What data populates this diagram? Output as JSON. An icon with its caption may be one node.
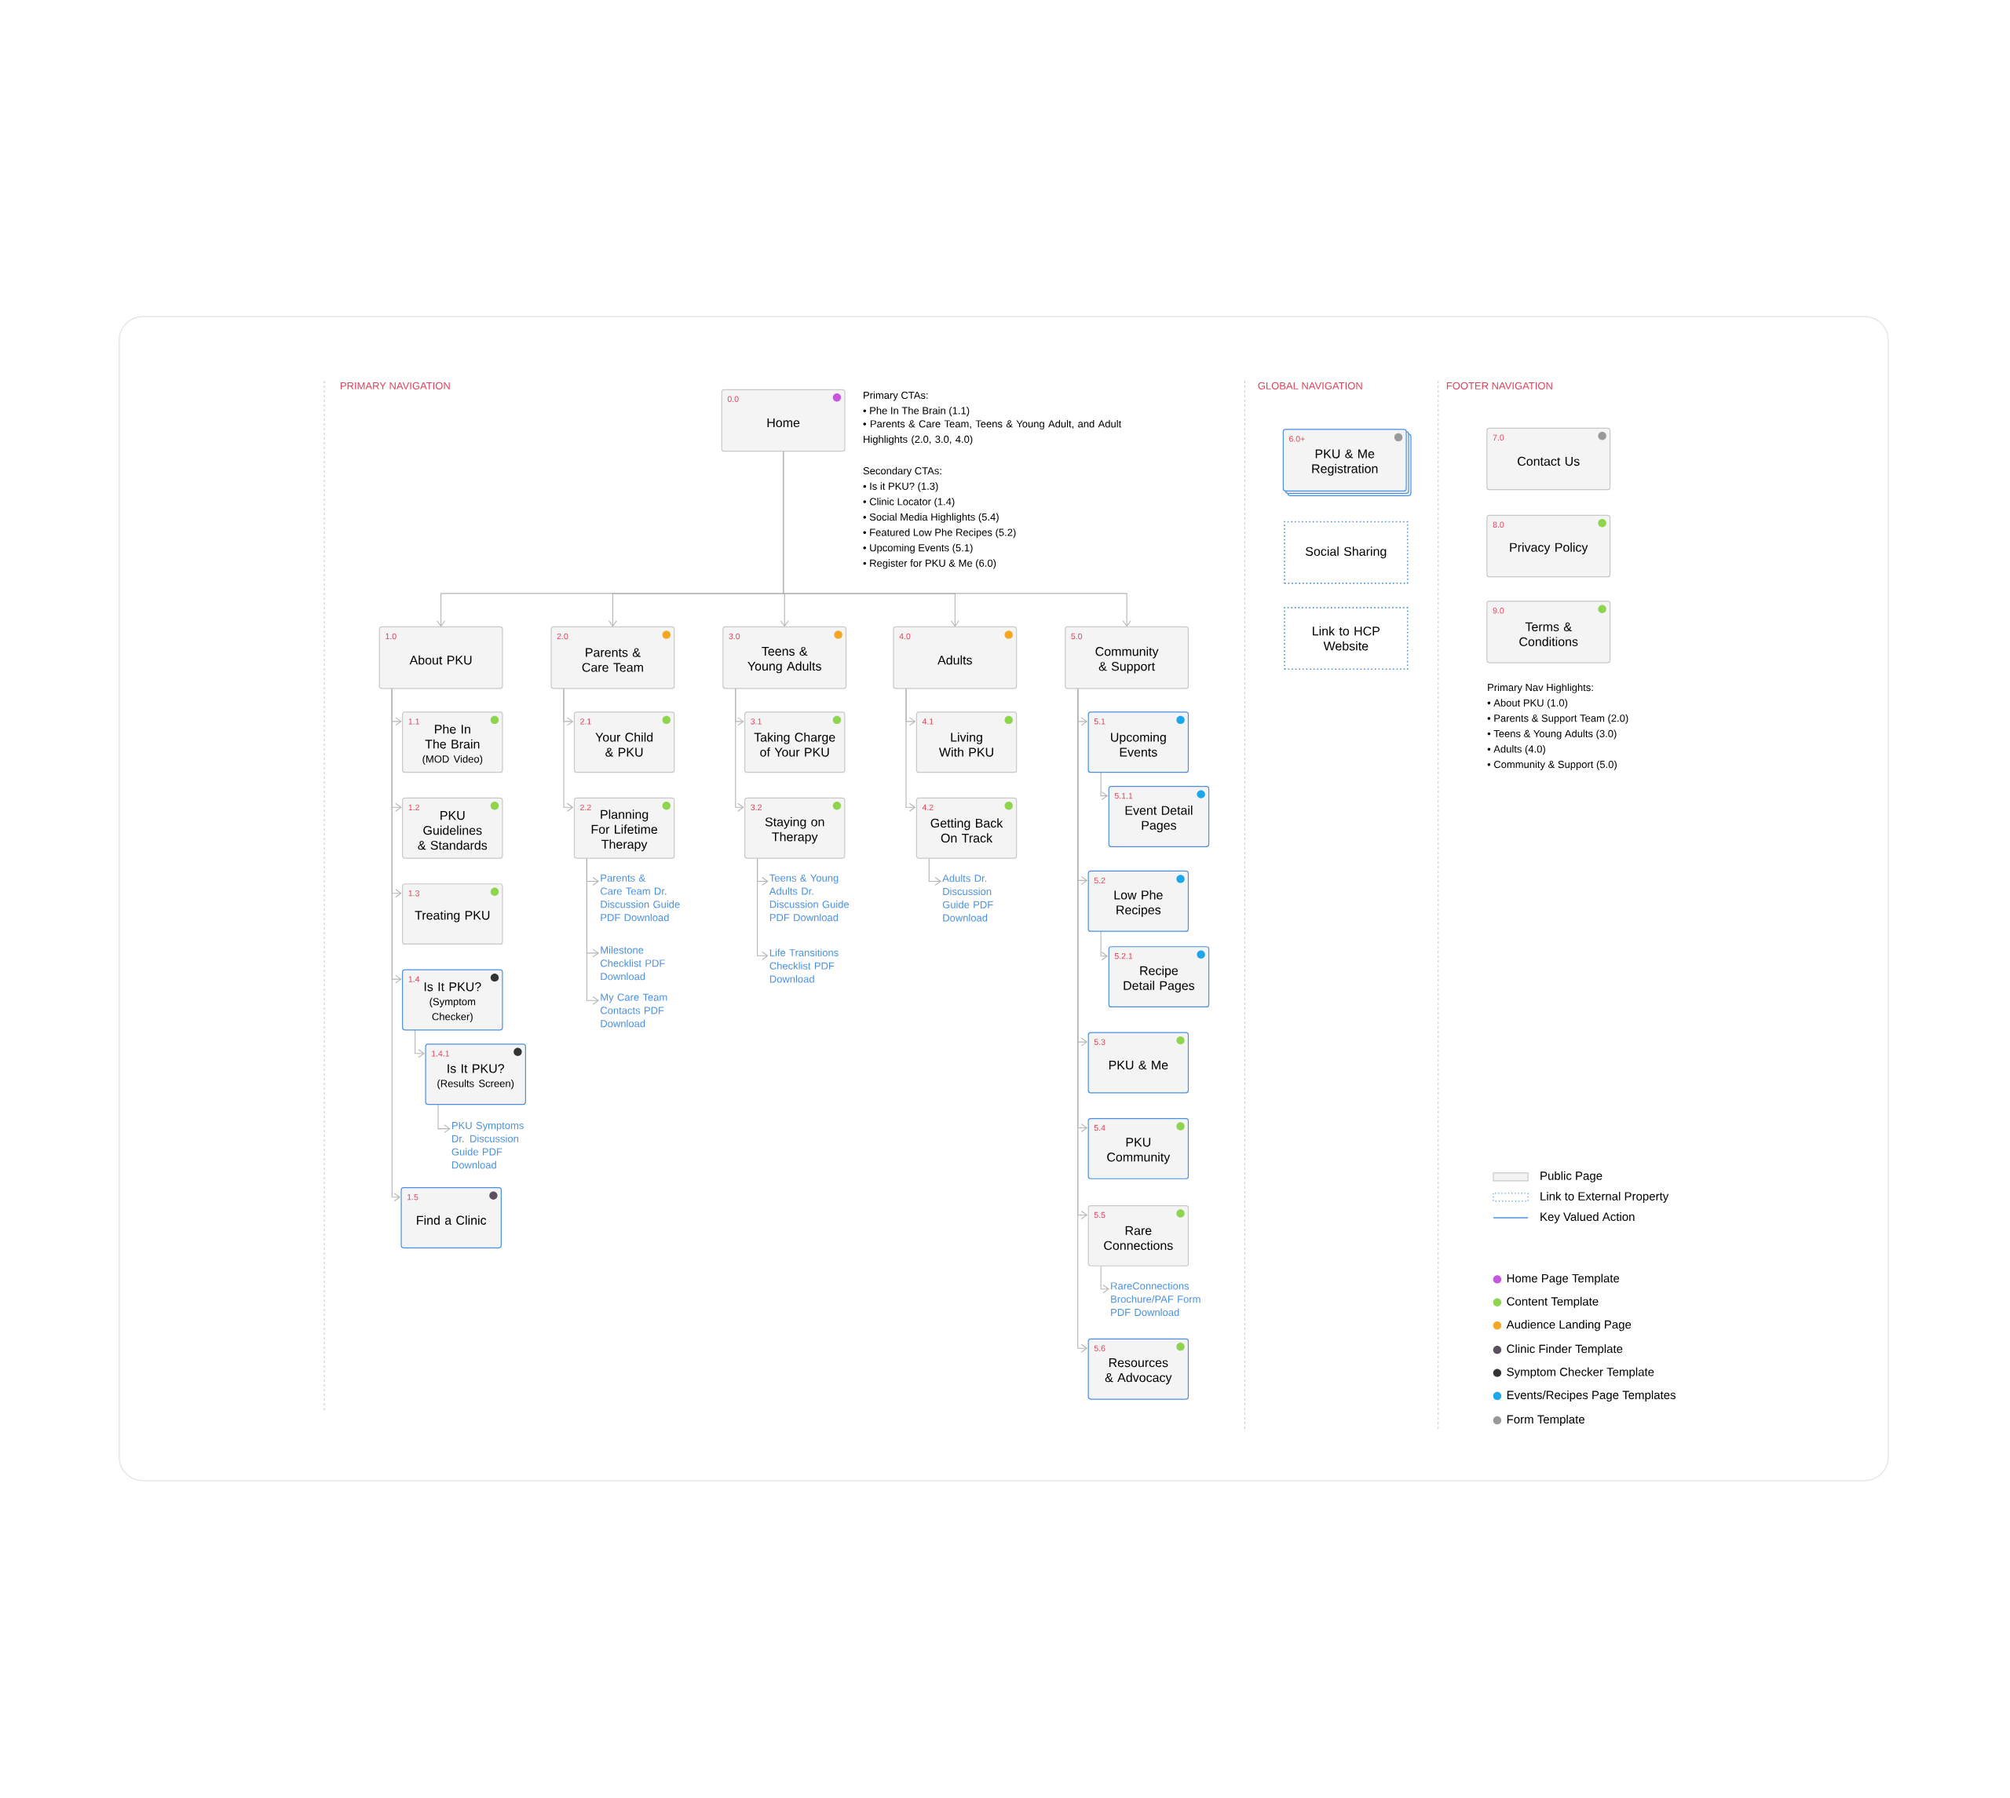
{
  "diagram": {
    "nodes": [
      {
        "text": [
          "0.0",
          "Home"
        ]
      },
      {
        "text": [
          "1.0",
          "About PKU"
        ]
      },
      {
        "text": [
          "2.0",
          "Parents & Care Team"
        ]
      },
      {
        "text": [
          "3.0",
          "Teens & Young Adults"
        ]
      },
      {
        "text": [
          "4.0",
          "Adults"
        ]
      },
      {
        "text": [
          "5.0",
          "Community & Support"
        ]
      },
      {
        "text": [
          "1.1",
          "Phe In The Brain",
          "(MOD Video)"
        ]
      },
      {
        "text": [
          "1.2",
          "PKU Guidelines & Standards"
        ]
      },
      {
        "text": [
          "1.3",
          "Treating PKU"
        ]
      },
      {
        "text": [
          "1.4",
          "Is It PKU?",
          "(Symptom Checker)"
        ]
      },
      {
        "text": [
          "1.4.1",
          "Is It PKU?",
          "(Results Screen)"
        ]
      },
      {
        "text": [
          "PKU Symptoms Dr. Discussion Guide PDF Download"
        ]
      },
      {
        "text": [
          "1.5",
          "Find a Clinic"
        ]
      },
      {
        "text": [
          "2.1",
          "Your Child & PKU"
        ]
      },
      {
        "text": [
          "2.2",
          "Planning For Lifetime Therapy"
        ]
      },
      {
        "text": [
          "Parents & Care Team Dr. Discussion Guide PDF Download"
        ]
      },
      {
        "text": [
          "Milestone Checklist PDF Download"
        ]
      },
      {
        "text": [
          "My Care Team Contacts PDF Download"
        ]
      },
      {
        "text": [
          "3.1",
          "Taking Charge of Your PKU"
        ]
      },
      {
        "text": [
          "3.2",
          "Staying on Therapy"
        ]
      },
      {
        "text": [
          "Teens & Young Adults Dr. Discussion Guide PDF Download"
        ]
      },
      {
        "text": [
          "Life Transitions Checklist PDF Download"
        ]
      },
      {
        "text": [
          "4.1",
          "Living With PKU"
        ]
      },
      {
        "text": [
          "4.2",
          "Getting Back On Track"
        ]
      },
      {
        "text": [
          "Adults Dr. Discussion Guide PDF Download"
        ]
      },
      {
        "text": [
          "5.1",
          "Upcoming Events"
        ]
      },
      {
        "text": [
          "5.1.1",
          "Event Detail Pages"
        ]
      },
      {
        "text": [
          "5.2",
          "Low Phe Recipes"
        ]
      },
      {
        "text": [
          "5.2.1",
          "Recipe Detail Pages"
        ]
      },
      {
        "text": [
          "5.3",
          "PKU & Me"
        ]
      },
      {
        "text": [
          "5.4",
          "PKU Community"
        ]
      },
      {
        "text": [
          "5.5",
          "Rare Connections"
        ]
      },
      {
        "text": [
          "RareConnections Brochure/PAF Form PDF Download"
        ]
      },
      {
        "text": [
          "5.6",
          "Resources & Advocacy"
        ]
      },
      {
        "text": [
          "6.0+",
          "PKU & Me Registration"
        ]
      },
      {
        "text": [
          "Social Sharing"
        ]
      },
      {
        "text": [
          "Link to HCP Website"
        ]
      },
      {
        "text": [
          "7.0",
          "Contact Us"
        ]
      },
      {
        "text": [
          "8.0",
          "Privacy Policy"
        ]
      },
      {
        "text": [
          "9.0",
          "Terms & Conditions"
        ]
      }
    ],
    "edges": [
      {
        "from": 0,
        "to": 1,
        "arrow": "to"
      },
      {
        "from": 0,
        "to": 2,
        "arrow": "to"
      },
      {
        "from": 0,
        "to": 3,
        "arrow": "to"
      },
      {
        "from": 0,
        "to": 4,
        "arrow": "to"
      },
      {
        "from": 0,
        "to": 5,
        "arrow": "to"
      },
      {
        "from": 1,
        "to": 6,
        "arrow": "to"
      },
      {
        "from": 1,
        "to": 7,
        "arrow": "to"
      },
      {
        "from": 1,
        "to": 8,
        "arrow": "to"
      },
      {
        "from": 1,
        "to": 9,
        "arrow": "to"
      },
      {
        "from": 9,
        "to": 10,
        "arrow": "to"
      },
      {
        "from": 10,
        "to": 11,
        "arrow": "to"
      },
      {
        "from": 1,
        "to": 12,
        "arrow": "to"
      },
      {
        "from": 2,
        "to": 13,
        "arrow": "to"
      },
      {
        "from": 2,
        "to": 14,
        "arrow": "to"
      },
      {
        "from": 14,
        "to": 15,
        "arrow": "to"
      },
      {
        "from": 14,
        "to": 16,
        "arrow": "to"
      },
      {
        "from": 14,
        "to": 17,
        "arrow": "to"
      },
      {
        "from": 3,
        "to": 18,
        "arrow": "to"
      },
      {
        "from": 3,
        "to": 19,
        "arrow": "to"
      },
      {
        "from": 19,
        "to": 20,
        "arrow": "to"
      },
      {
        "from": 19,
        "to": 21,
        "arrow": "to"
      },
      {
        "from": 4,
        "to": 22,
        "arrow": "to"
      },
      {
        "from": 4,
        "to": 23,
        "arrow": "to"
      },
      {
        "from": 23,
        "to": 24,
        "arrow": "to"
      },
      {
        "from": 5,
        "to": 25,
        "arrow": "to"
      },
      {
        "from": 25,
        "to": 26,
        "arrow": "to"
      },
      {
        "from": 5,
        "to": 27,
        "arrow": "to"
      },
      {
        "from": 27,
        "to": 28,
        "arrow": "to"
      },
      {
        "from": 5,
        "to": 29,
        "arrow": "to"
      },
      {
        "from": 5,
        "to": 30,
        "arrow": "to"
      },
      {
        "from": 5,
        "to": 31,
        "arrow": "to"
      },
      {
        "from": 31,
        "to": 32,
        "arrow": "to"
      },
      {
        "from": 5,
        "to": 33,
        "arrow": "to"
      }
    ],
    "labels": [
      "PRIMARY NAVIGATION",
      "Primary CTAs:",
      "• Phe In The Brain (1.1)",
      "• Parents & Care Team, Teens & Young Adult, and Adult Highlights (2.0, 3.0, 4.0)",
      "Secondary CTAs:",
      "• Is it PKU? (1.3)",
      "• Clinic Locator (1.4)",
      "• Social Media Highlights (5.4)",
      "• Featured Low Phe Recipes (5.2)",
      "• Upcoming Events (5.1)",
      "• Register for PKU & Me (6.0)",
      "GLOBAL NAVIGATION",
      "FOOTER NAVIGATION",
      "Primary Nav Highlights:",
      "• About PKU (1.0)",
      "• Parents & Support Team (2.0)",
      "• Teens & Young Adults (3.0)",
      "• Adults (4.0)",
      "• Community & Support (5.0)"
    ],
    "legend": [
      {
        "text": "Public Page"
      },
      {
        "text": "Link to External Property"
      },
      {
        "text": "Key Valued Action"
      },
      {
        "text": "Home Page Template",
        "color": "#c855e0"
      },
      {
        "text": "Content Template",
        "color": "#8fd44f"
      },
      {
        "text": "Audience Landing Page",
        "color": "#f5a623"
      },
      {
        "text": "Clinic Finder Template",
        "color": "#5a5060"
      },
      {
        "text": "Symptom Checker Template",
        "color": "#333333"
      },
      {
        "text": "Events/Recipes Page Templates",
        "color": "#1aa7ec"
      },
      {
        "text": "Form Template",
        "color": "#999999"
      }
    ]
  }
}
